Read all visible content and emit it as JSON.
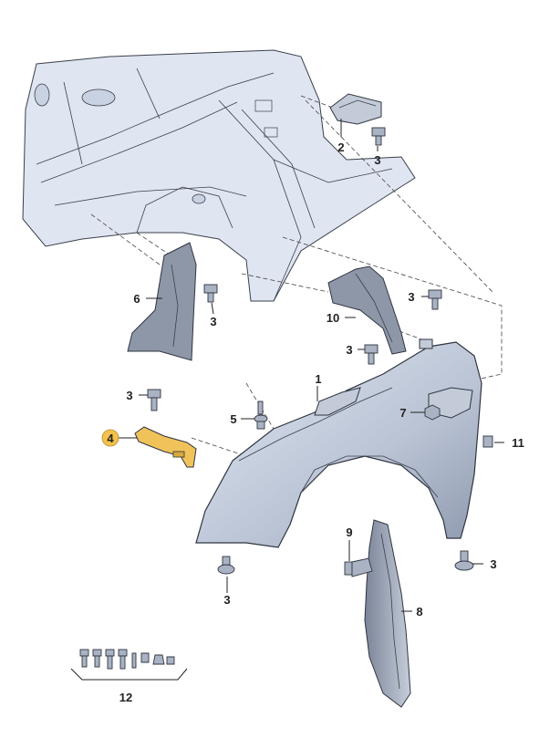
{
  "labels": {
    "p1": "1",
    "p2": "2",
    "p3": "3",
    "p4": "4",
    "p5": "5",
    "p6": "6",
    "p7": "7",
    "p8": "8",
    "p9": "9",
    "p10": "10",
    "p11": "11",
    "p12": "12"
  },
  "colors": {
    "highlight": "#f2c24a",
    "highlight_part": "#f0c35a",
    "body_shell": "#dfe6f2",
    "part": "#c3cbd9"
  }
}
